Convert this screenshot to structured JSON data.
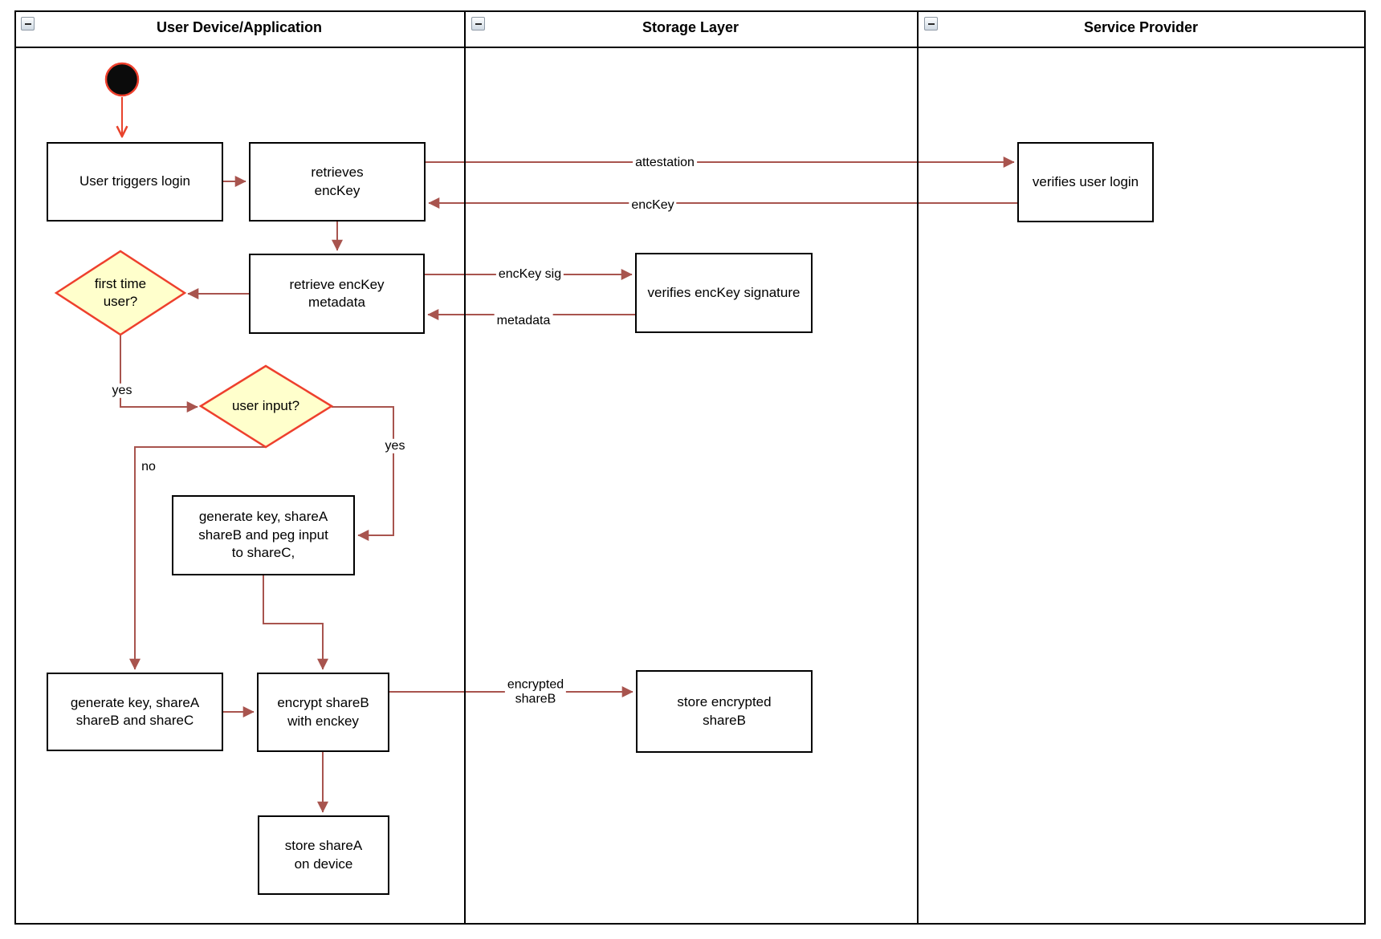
{
  "diagram": {
    "lanes": [
      {
        "title": "User Device/Application"
      },
      {
        "title": "Storage Layer"
      },
      {
        "title": "Service Provider"
      }
    ],
    "nodes": {
      "user_triggers_login": "User triggers login",
      "retrieves_enckey": "retrieves\nencKey",
      "verifies_user_login": "verifies user login",
      "retrieve_enckey_metadata": "retrieve encKey\nmetadata",
      "verifies_enckey_signature": "verifies encKey signature",
      "generate_peg": "generate key, shareA\nshareB and peg input\nto shareC,",
      "generate_sharec": "generate key, shareA\nshareB and shareC",
      "encrypt_shareb": "encrypt shareB\nwith enckey",
      "store_sharea": "store shareA\non device",
      "store_encrypted_shareb": "store encrypted\nshareB"
    },
    "decisions": {
      "first_time_user": "first time\nuser?",
      "user_input": "user input?"
    },
    "edge_labels": {
      "attestation": "attestation",
      "enckey": "encKey",
      "enckey_sig": "encKey sig",
      "metadata": "metadata",
      "encrypted_shareb": "encrypted\nshareB",
      "yes_first_time": "yes",
      "yes_user_input": "yes",
      "no_user_input": "no"
    },
    "colors": {
      "edge": "#a8544e",
      "start_edge": "#e8432c",
      "decision_fill": "#ffffcc",
      "decision_border": "#ee402d",
      "node_border": "#000000",
      "start_fill": "#0b0b0b"
    }
  }
}
